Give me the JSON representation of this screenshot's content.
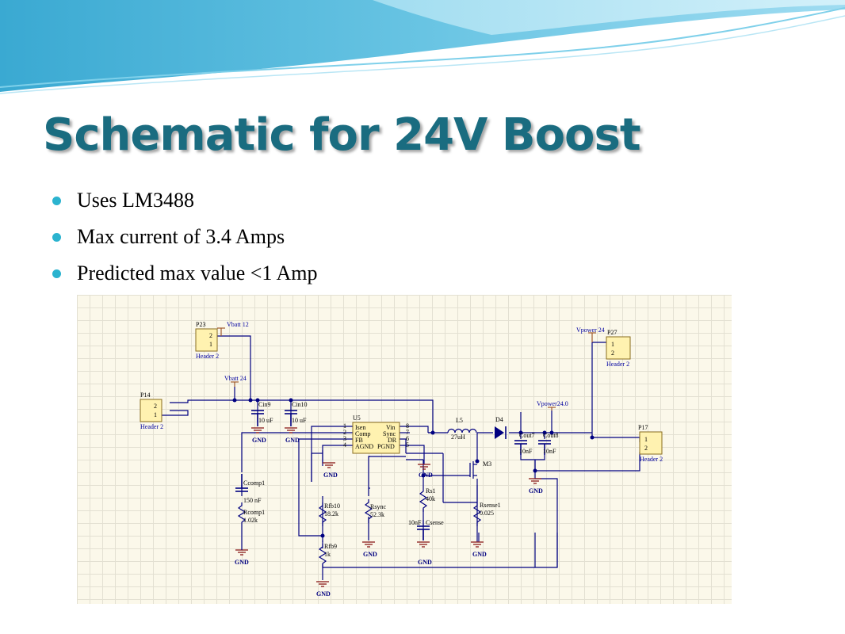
{
  "slide": {
    "title": "Schematic for 24V Boost",
    "bullets": [
      "Uses LM3488",
      "Max current of 3.4 Amps",
      "Predicted max value <1 Amp"
    ]
  },
  "colors": {
    "title": "#1a6c80",
    "bullet_dot": "#2bb3cf",
    "wire": "#000080",
    "power": "#a05a2c",
    "connector_fill": "#fff2b0"
  },
  "schematic": {
    "connectors": [
      {
        "ref": "P23",
        "pins": [
          "2",
          "1"
        ],
        "name": "Header 2"
      },
      {
        "ref": "P14",
        "pins": [
          "2",
          "1"
        ],
        "name": "Header 2"
      },
      {
        "ref": "P27",
        "pins": [
          "1",
          "2"
        ],
        "name": "Header 2"
      },
      {
        "ref": "P17",
        "pins": [
          "1",
          "2"
        ],
        "name": "Header 2"
      }
    ],
    "power_ports": [
      "Vbatt 12",
      "Vbatt 24",
      "Vpower 24",
      "Vpower24.0"
    ],
    "capacitors": [
      {
        "ref": "Cin9",
        "value": "10 uF"
      },
      {
        "ref": "Cin10",
        "value": "10 uF"
      },
      {
        "ref": "Cout7",
        "value": "10nF"
      },
      {
        "ref": "Cout8",
        "value": "10nF"
      },
      {
        "ref": "Ccomp1",
        "value": "150 nF"
      },
      {
        "ref": "Csense",
        "value": "10nF"
      }
    ],
    "resistors": [
      {
        "ref": "Rcomp1",
        "value": "1.02k"
      },
      {
        "ref": "Rfb10",
        "value": "18.2k"
      },
      {
        "ref": "Rfb9",
        "value": "1k"
      },
      {
        "ref": "Rsync",
        "value": "52.3k"
      },
      {
        "ref": "Rs1",
        "value": "40k"
      },
      {
        "ref": "Rsense1",
        "value": "0.025"
      }
    ],
    "ic": {
      "ref": "U5",
      "left_pins": [
        "1",
        "2",
        "3",
        "4"
      ],
      "right_pins": [
        "8",
        "7",
        "6",
        "5"
      ],
      "rows": [
        [
          "Isen",
          "Vin"
        ],
        [
          "Comp",
          "Sync"
        ],
        [
          "FB",
          "DR"
        ],
        [
          "AGND",
          "PGND"
        ]
      ]
    },
    "inductor": {
      "ref": "L5",
      "value": "27uH"
    },
    "diode": {
      "ref": "D4"
    },
    "mosfet": {
      "ref": "M3"
    },
    "ground_label": "GND"
  }
}
